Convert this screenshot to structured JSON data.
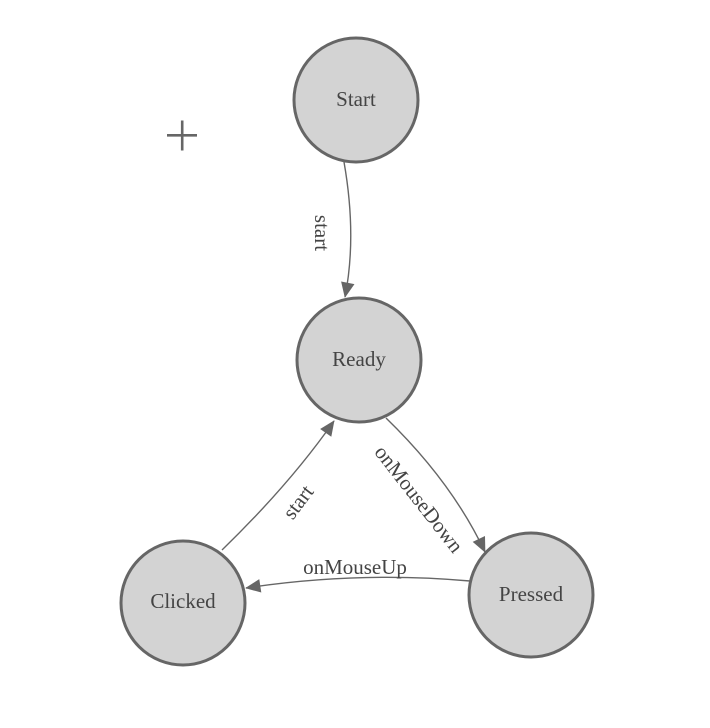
{
  "diagram": {
    "type": "state-machine",
    "nodes": [
      {
        "id": "start",
        "label": "Start"
      },
      {
        "id": "ready",
        "label": "Ready"
      },
      {
        "id": "clicked",
        "label": "Clicked"
      },
      {
        "id": "pressed",
        "label": "Pressed"
      }
    ],
    "edges": [
      {
        "from": "Start",
        "to": "Ready",
        "label": "start"
      },
      {
        "from": "Ready",
        "to": "Pressed",
        "label": "onMouseDown"
      },
      {
        "from": "Pressed",
        "to": "Clicked",
        "label": "onMouseUp"
      },
      {
        "from": "Clicked",
        "to": "Ready",
        "label": "start"
      }
    ],
    "icons": {
      "crosshair_icon": "+"
    },
    "colors": {
      "node_fill": "#d3d3d3",
      "node_stroke": "#666666",
      "edge_stroke": "#666666",
      "label_color": "#444444",
      "background": "#ffffff"
    }
  }
}
